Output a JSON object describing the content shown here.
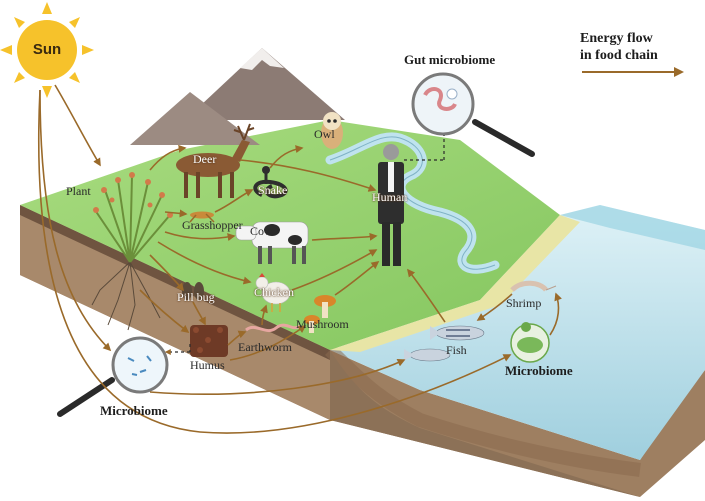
{
  "legend": {
    "line1": "Energy flow",
    "line2": "in food chain"
  },
  "labels": {
    "sun": "Sun",
    "plant": "Plant",
    "deer": "Deer",
    "owl": "Owl",
    "snake": "Snake",
    "grasshopper": "Grasshopper",
    "cow": "Cow",
    "human": "Human",
    "gut_microbiome": "Gut microbiome",
    "pill_bug": "Pill bug",
    "chicken": "Chicken",
    "mushroom": "Mushroom",
    "earthworm": "Earthworm",
    "humus": "Humus",
    "fish": "Fish",
    "shrimp": "Shrimp",
    "microbiome_water": "Microbiome",
    "microbiome_soil": "Microbiome"
  },
  "colors": {
    "arrow": "#9a6a2a",
    "grass": "#8fcf6a",
    "soil": "#a8896b",
    "water": "#bfe3ee",
    "sun": "#f6c22b"
  }
}
